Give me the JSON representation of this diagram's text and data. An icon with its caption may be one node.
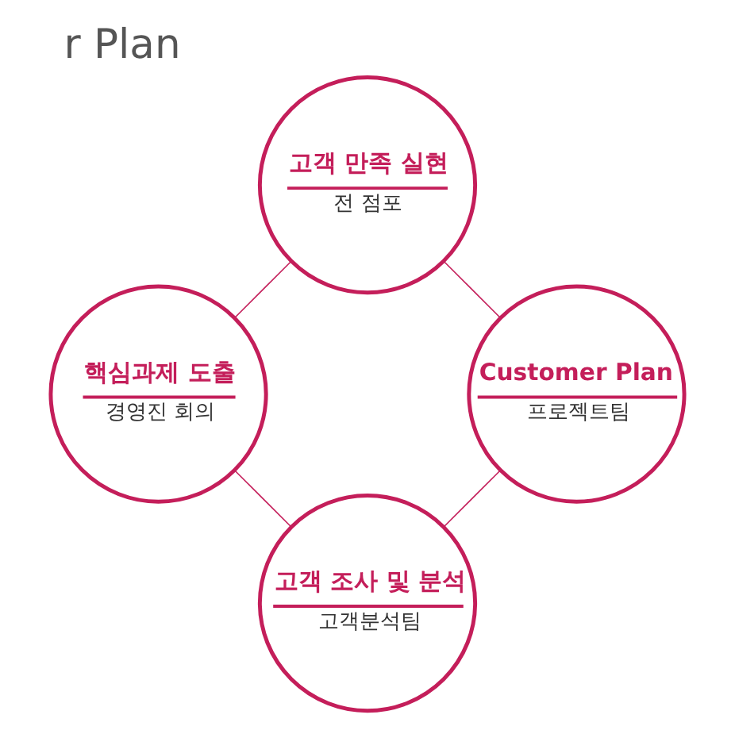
{
  "diagram": {
    "title": "r Plan",
    "nodes": [
      {
        "text": [
          "고객 조사 및 분석",
          "고객분석팀"
        ]
      },
      {
        "text": [
          "Customer Plan",
          "프로젝트팀"
        ]
      },
      {
        "text": [
          "핵심과제 도출",
          "경영진 회의"
        ]
      },
      {
        "text": [
          "고객 만족 실현",
          "전 점포"
        ]
      }
    ],
    "edges": [
      {
        "from": 0,
        "to": 2,
        "arrow": "none"
      },
      {
        "from": 2,
        "to": 3,
        "arrow": "none"
      },
      {
        "from": 3,
        "to": 1,
        "arrow": "none"
      },
      {
        "from": 1,
        "to": 0,
        "arrow": "none"
      }
    ]
  }
}
